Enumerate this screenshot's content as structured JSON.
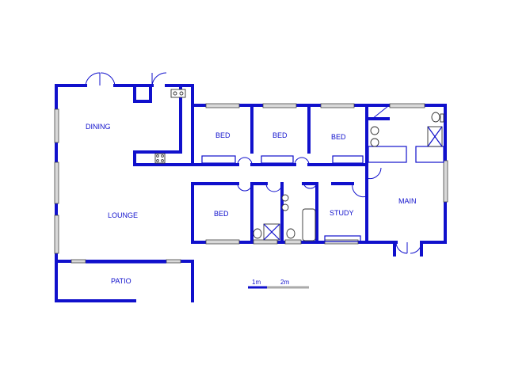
{
  "rooms": {
    "dining": "DINING",
    "lounge": "LOUNGE",
    "patio": "PATIO",
    "bed1": "BED",
    "bed2": "BED",
    "bed3": "BED",
    "bed4": "BED",
    "study": "STUDY",
    "main": "MAIN"
  },
  "scale": {
    "label_1": "1m",
    "label_2": "2m"
  },
  "colors": {
    "wall": "#1010cc",
    "window": "#d9d9d9",
    "background": "#ffffff"
  }
}
